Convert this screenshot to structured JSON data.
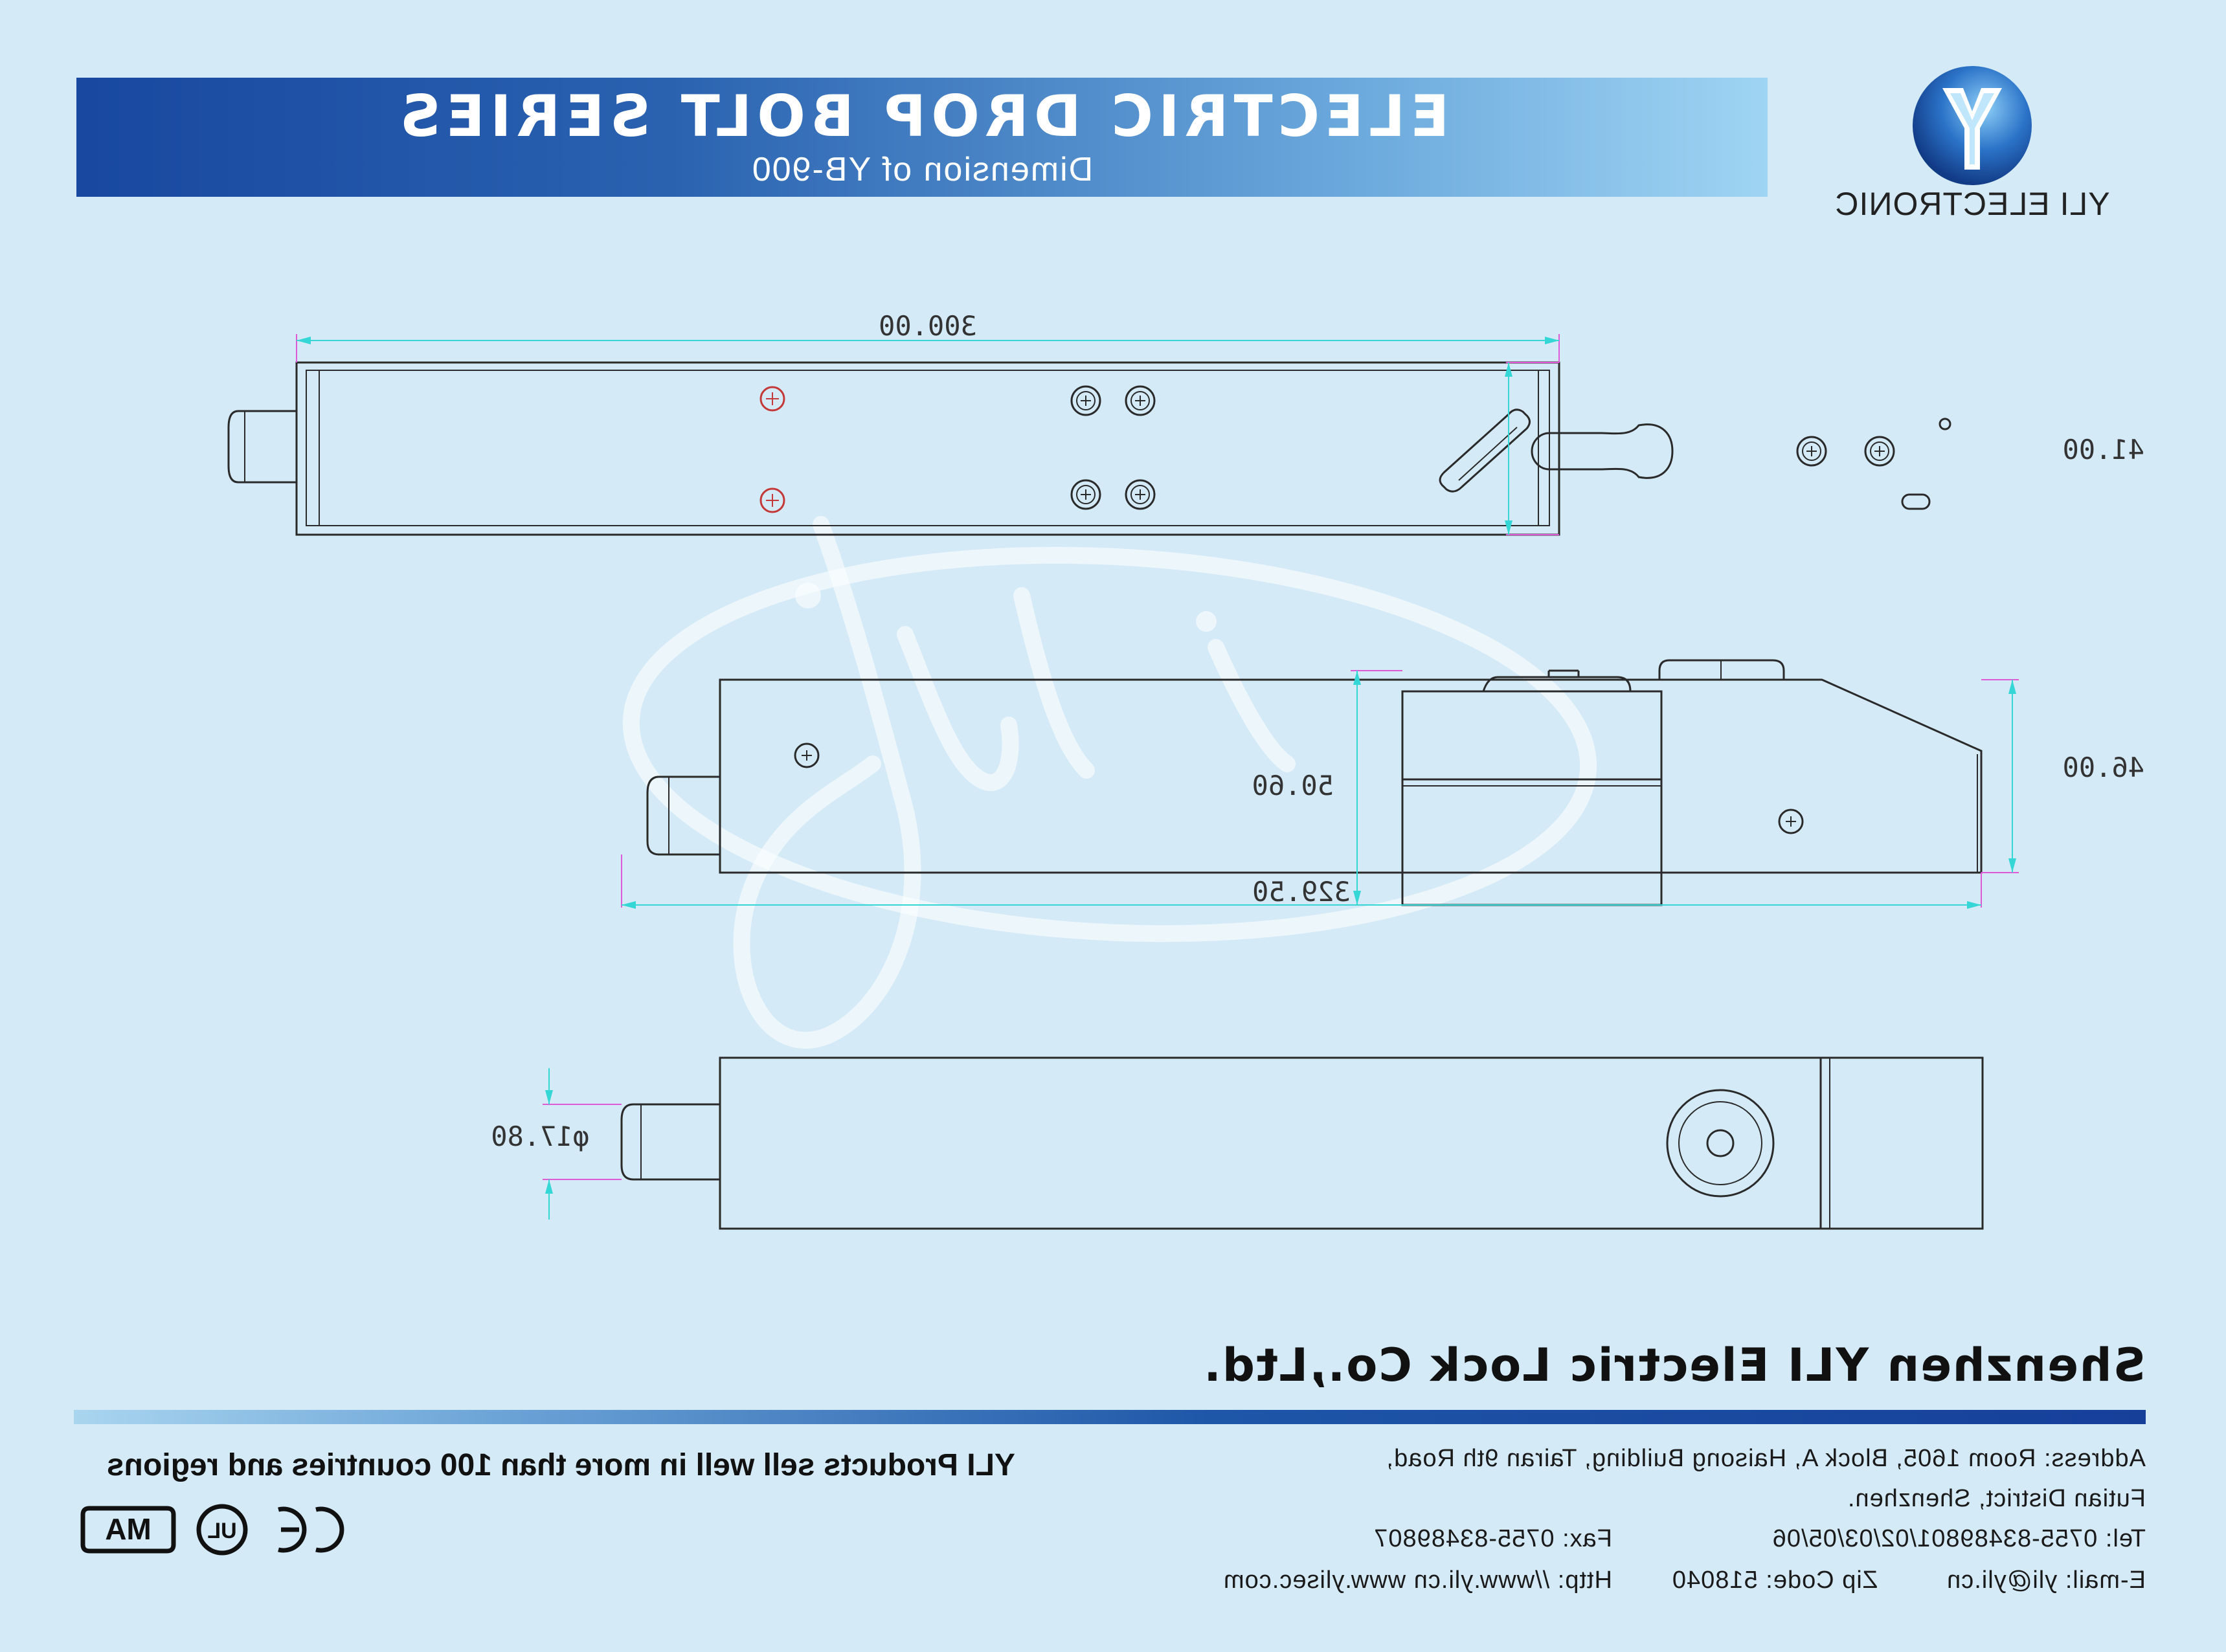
{
  "header": {
    "title": "ELECTRIC DROP BOLT SERIES",
    "subtitle": "Dimension of YB-900"
  },
  "logo": {
    "icon": "yli-y-globe-icon",
    "text": "YLI ELECTRONIC"
  },
  "drawing": {
    "top_view": {
      "length_label": "300.00",
      "height_label": "41.00"
    },
    "side_view": {
      "length_label": "329.50",
      "height_label": "46.00"
    },
    "end_view": {
      "height_label": "50.60"
    },
    "bottom_view": {
      "bolt_diameter_label": "φ17.80"
    },
    "watermark": "yli"
  },
  "footer": {
    "company": "Shenzhen YLI Electric Lock Co.,Ltd.",
    "address_line1": "Address: Room 1605, Block A, Haisong Building, Tairan 9th Road,",
    "address_line2": "Futian District, Shenzhen.",
    "tel": "Tel: 0755-83489801/02/03/05/06",
    "fax": "Fax: 0755-83489807",
    "email": "E-mail: yli@yli.cn",
    "zip": "Zip Code: 518040",
    "http": "Http: //www.yli.cn   www.ylisec.com",
    "tagline": "YLI Products sell well in more than 100 countries and regions",
    "certifications": [
      "CE",
      "UL",
      "MA"
    ]
  },
  "colors": {
    "background": "#d4eaf7",
    "banner_dark": "#1848a0",
    "banner_light": "#9fd4f3",
    "dimension_line": "#34d6d6",
    "extension_line": "#e05ad8",
    "outline": "#2a2a2a"
  }
}
